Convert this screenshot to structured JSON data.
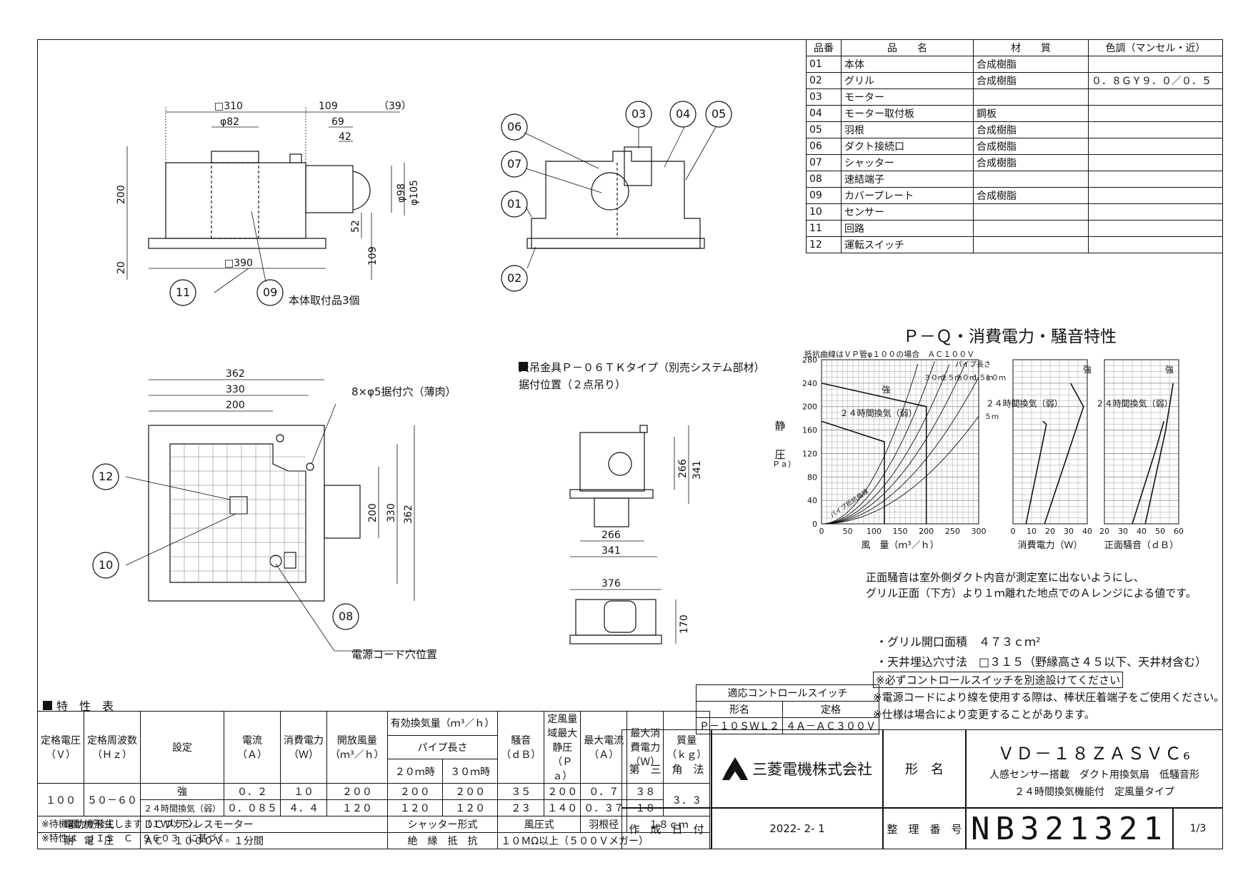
{
  "parts": {
    "headers": [
      "品番",
      "品　　名",
      "材　　質",
      "色調（マンセル・近）"
    ],
    "rows": [
      [
        "01",
        "本体",
        "合成樹脂",
        ""
      ],
      [
        "02",
        "グリル",
        "合成樹脂",
        "０．８ＧＹ９．０／０．５"
      ],
      [
        "03",
        "モーター",
        "",
        ""
      ],
      [
        "04",
        "モーター取付板",
        "鋼板",
        ""
      ],
      [
        "05",
        "羽根",
        "合成樹脂",
        ""
      ],
      [
        "06",
        "ダクト接続口",
        "合成樹脂",
        ""
      ],
      [
        "07",
        "シャッター",
        "合成樹脂",
        ""
      ],
      [
        "08",
        "速結端子",
        "",
        ""
      ],
      [
        "09",
        "カバープレート",
        "合成樹脂",
        ""
      ],
      [
        "10",
        "センサー",
        "",
        ""
      ],
      [
        "11",
        "回路",
        "",
        ""
      ],
      [
        "12",
        "運転スイッチ",
        "",
        ""
      ]
    ]
  },
  "front_view": {
    "dims": {
      "w310": "□310",
      "d109": "109",
      "d39": "（39）",
      "phi82": "φ82",
      "d69": "69",
      "d42": "42",
      "phi98": "φ98",
      "phi105": "φ105",
      "h200": "200",
      "h52": "52",
      "h109": "109",
      "h20": "20",
      "w390": "□390"
    },
    "callouts": {
      "c11": "11",
      "c09": "09"
    },
    "note": "本体取付品3個"
  },
  "section_view": {
    "callouts": {
      "c03": "03",
      "c04": "04",
      "c05": "05",
      "c06": "06",
      "c07": "07",
      "c01": "01",
      "c02": "02"
    }
  },
  "plan_view": {
    "dims": {
      "w362": "362",
      "w330": "330",
      "w200": "200",
      "h200": "200",
      "h330": "330",
      "h362": "362"
    },
    "hole_note": "8×φ5据付穴（薄肉）",
    "callouts": {
      "c12": "12",
      "c10": "10",
      "c08": "08"
    },
    "cord_note": "電源コード穴位置"
  },
  "hanger": {
    "title": "天吊金具Ｐ－０６ＴＫタイプ（別売システム部材）",
    "subtitle": "据付位置（２点吊り）",
    "dims": {
      "h266": "266",
      "h341": "341",
      "w266": "266",
      "w341": "341",
      "w376": "376",
      "h170": "170"
    }
  },
  "chart_title": "Ｐ－Ｑ・消費電力・騒音特性",
  "chart_data": [
    {
      "type": "line",
      "note": "抵抗曲線はＶＰ管φ１００の場合　ＡＣ１００Ｖ",
      "xlabel": "風　量（ｍ³／ｈ）",
      "ylabel_chars": [
        "静",
        "圧"
      ],
      "yunit": "（Ｐａ）",
      "xlim": [
        0,
        300
      ],
      "ylim": [
        0,
        280
      ],
      "xticks": [
        0,
        50,
        100,
        150,
        200,
        250,
        300
      ],
      "yticks": [
        0,
        40,
        80,
        120,
        160,
        200,
        240,
        280
      ],
      "series": [
        {
          "name": "強",
          "points": [
            [
              0,
              240
            ],
            [
              200,
              200
            ],
            [
              200,
              0
            ]
          ]
        },
        {
          "name": "２４時間換気（弱）",
          "points": [
            [
              0,
              175
            ],
            [
              120,
              140
            ],
            [
              120,
              0
            ]
          ]
        }
      ],
      "resistance_label": "パイプ長さ",
      "resistance_curves": [
        {
          "label": "３０ｍ",
          "k": 0.00806
        },
        {
          "label": "２５ｍ",
          "k": 0.00595
        },
        {
          "label": "２０ｍ",
          "k": 0.00457
        },
        {
          "label": "１５ｍ",
          "k": 0.00363
        },
        {
          "label": "１０ｍ",
          "k": 0.00278
        },
        {
          "label": "５ｍ",
          "k": 0.00204
        }
      ],
      "base_curve_label": "パイプ抵抗曲線"
    },
    {
      "type": "line",
      "xlabel": "消費電力（Ｗ）",
      "xlim": [
        0,
        40
      ],
      "xticks": [
        0,
        10,
        20,
        30,
        40
      ],
      "ylim": [
        0,
        280
      ],
      "series": [
        {
          "name": "強",
          "points": [
            [
              17,
              0
            ],
            [
              38,
              200
            ],
            [
              31,
              240
            ]
          ]
        },
        {
          "name": "２４時間換気（弱）",
          "points": [
            [
              7,
              0
            ],
            [
              18,
              170
            ],
            [
              16,
              175
            ]
          ]
        }
      ]
    },
    {
      "type": "line",
      "xlabel": "正面騒音（ｄＢ）",
      "xlim": [
        20,
        60
      ],
      "xticks": [
        20,
        30,
        40,
        50,
        60
      ],
      "ylim": [
        0,
        280
      ],
      "series": [
        {
          "name": "強",
          "points": [
            [
              42,
              0
            ],
            [
              53,
              160
            ],
            [
              57,
              240
            ]
          ]
        },
        {
          "name": "２４時間換気（弱）",
          "points": [
            [
              35,
              0
            ],
            [
              48,
              130
            ],
            [
              52,
              175
            ]
          ]
        }
      ]
    }
  ],
  "noise_note": [
    "正面騒音は室外側ダクト内音が測定室に出ないようにし、",
    "グリル正面（下方）より１ｍ離れた地点でのＡレンジによる値です。"
  ],
  "notes": {
    "grille": "・グリル開口面積　４７３ｃｍ²",
    "ceiling": "・天井埋込穴寸法　□３１５（野縁高さ４５以下、天井材含む）",
    "switch_boxed": "※必ずコントロールスイッチを別途設けてください",
    "cord": "※電源コードにより線を使用する際は、棒状圧着端子をご使用ください。",
    "spec_change": "※仕様は場合により変更することがあります。"
  },
  "control_switch": {
    "title": "適応コントロールスイッチ",
    "head": [
      "形名",
      "定格"
    ],
    "row": [
      "Ｐ－１０ＳＷＬ２",
      "４Ａ－ＡＣ３００Ｖ"
    ]
  },
  "spec_table": {
    "title": "特　性　表",
    "h": {
      "voltage": "定格電圧",
      "voltage_u": "（Ｖ）",
      "freq": "定格周波数",
      "freq_u": "（Ｈｚ）",
      "setting": "設定",
      "current": "電流",
      "current_u": "（Ａ）",
      "power": "消費電力",
      "power_u": "（Ｗ）",
      "open_air": "開放風量",
      "open_air_u": "（ｍ³／ｈ）",
      "eff_air": "有効換気量（ｍ³／ｈ）",
      "pipe_len": "パイプ長さ",
      "p20": "２０ｍ時",
      "p30": "３０ｍ時",
      "noise": "騒音",
      "noise_u": "（ｄＢ）",
      "max_pressure": "定風量域最大静圧",
      "max_pressure_u": "（Ｐａ）",
      "max_current": "最大電流",
      "max_current_u": "（Ａ）",
      "max_power": "最大消費電力",
      "max_power_u": "（Ｗ）",
      "mass": "質量",
      "mass_u": "（ｋｇ）"
    },
    "voltage": "１００",
    "freq": "５０－６０",
    "mass": "３．３",
    "rows": [
      {
        "setting": "強",
        "current": "０．２",
        "power": "１０",
        "open_air": "２００",
        "p20": "２００",
        "p30": "２００",
        "noise": "３５",
        "max_pressure": "２００",
        "max_current": "０．７",
        "max_power": "３８"
      },
      {
        "setting": "２４時間換気（弱）",
        "current": "０．０８５",
        "power": "４．４",
        "open_air": "１２０",
        "p20": "１２０",
        "p30": "１２０",
        "noise": "２３",
        "max_pressure": "１４０",
        "max_current": "０．３７",
        "max_power": "１８"
      }
    ],
    "motor_label": "電動機形式",
    "motor": "ＤＣブラシレスモーター",
    "shutter_label": "シャッター形式",
    "shutter": "風圧式",
    "blade_label": "羽根径",
    "blade": "１８ｃｍ",
    "withstand_label": "耐　電　圧",
    "withstand": "ＡＣ　１０００Ｖ　１分間",
    "insulation_label": "絶　縁　抵　抗",
    "insulation": "１０ＭΩ以上（５００Ｖメガー）",
    "note1": "※待機電力が発生します（１Ｗ以下）。",
    "note2": "※特性は　ＪＩＳ　Ｃ　９６０３　に基づく。"
  },
  "title_block": {
    "projection": "第　三　角　法",
    "company": "三菱電機株式会社",
    "model_label": "形　名",
    "model": "ＶＤ－１８ＺＡＳＶＣ₆",
    "desc1": "人感センサー搭載　ダクト用換気扇　低騒音形",
    "desc2": "２４時間換気機能付　定風量タイプ",
    "date_label": "作　成　日　付",
    "date": "2022- 2- 1",
    "docno_label": "整　理　番　号",
    "docno": "NB321321",
    "sheet": "1/3"
  }
}
